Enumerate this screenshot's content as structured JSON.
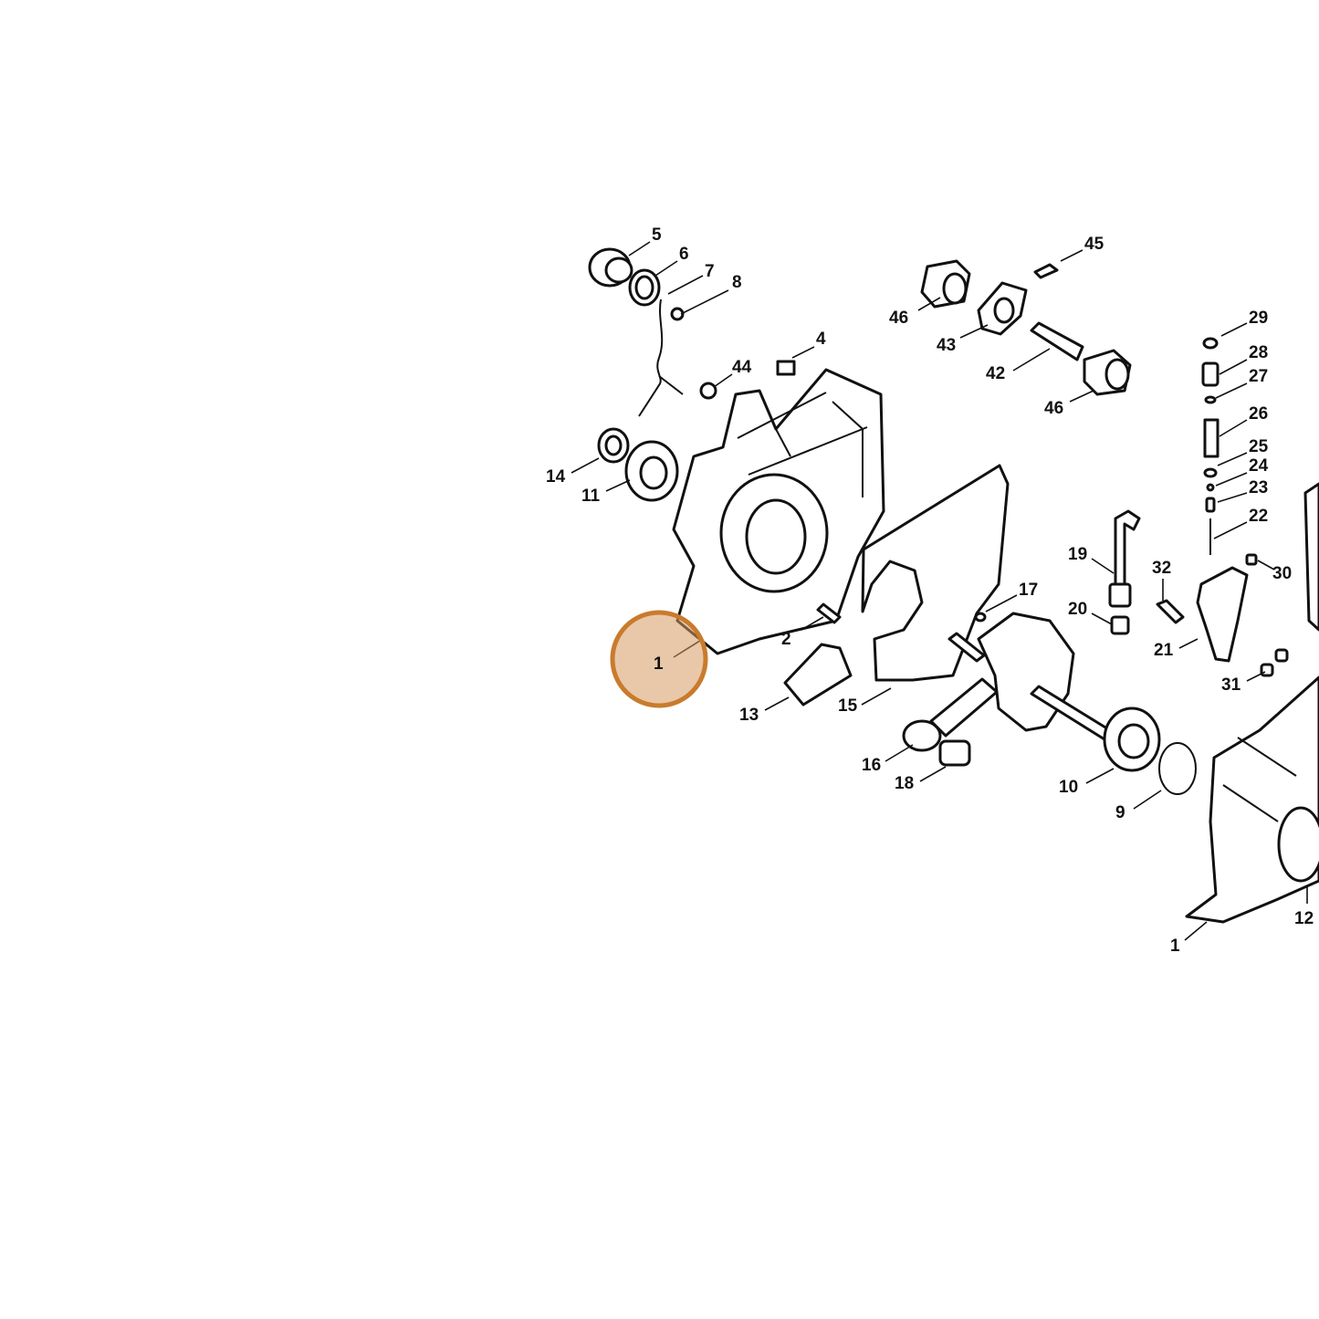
{
  "highlight": {
    "label": "1",
    "color": "#c97b2c"
  },
  "callouts": [
    "5",
    "6",
    "7",
    "8",
    "45",
    "29",
    "28",
    "27",
    "26",
    "25",
    "24",
    "23",
    "22",
    "4",
    "44",
    "46",
    "43",
    "42",
    "46",
    "14",
    "11",
    "19",
    "32",
    "30",
    "17",
    "20",
    "21",
    "2",
    "1",
    "13",
    "15",
    "31",
    "16",
    "18",
    "10",
    "9",
    "12",
    "1"
  ]
}
